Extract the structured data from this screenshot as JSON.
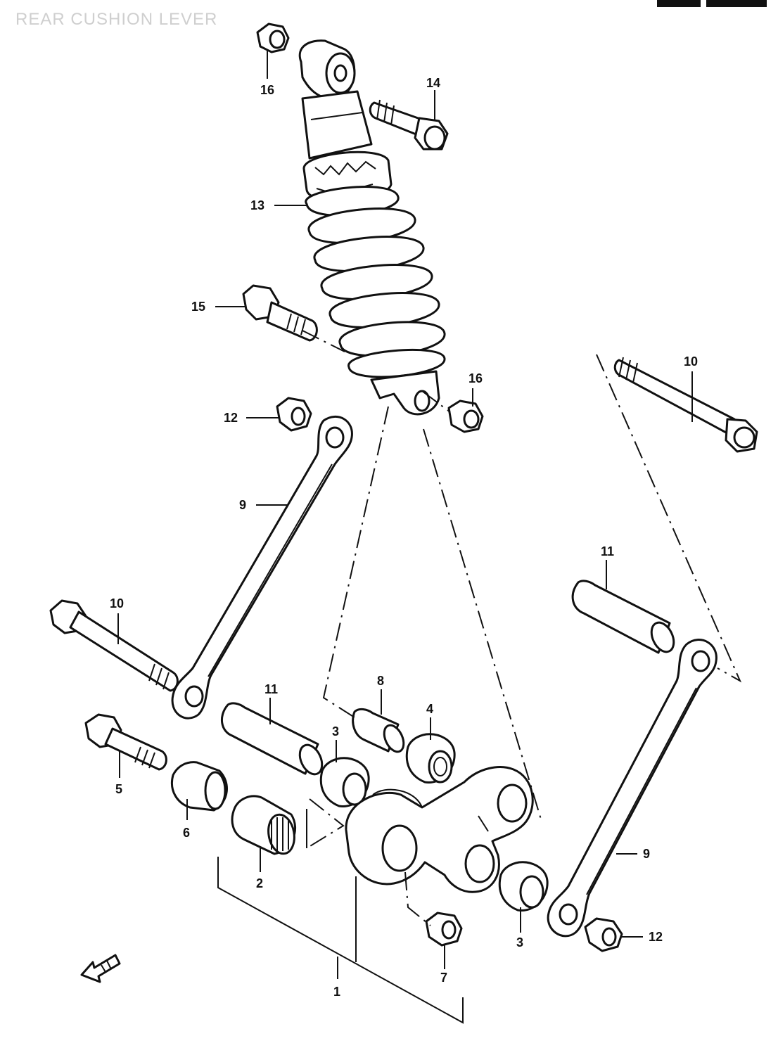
{
  "header": {
    "title": "REAR CUSHION LEVER"
  },
  "diagram": {
    "callouts": {
      "c1": "1",
      "c2": "2",
      "c3a": "3",
      "c3b": "3",
      "c4": "4",
      "c5": "5",
      "c6": "6",
      "c7": "7",
      "c8": "8",
      "c9a": "9",
      "c9b": "9",
      "c10a": "10",
      "c10b": "10",
      "c11a": "11",
      "c11b": "11",
      "c12a": "12",
      "c12b": "12",
      "c13": "13",
      "c14": "14",
      "c15": "15",
      "c16a": "16",
      "c16b": "16"
    },
    "front_arrow_icon": "front-direction-arrow-icon"
  }
}
